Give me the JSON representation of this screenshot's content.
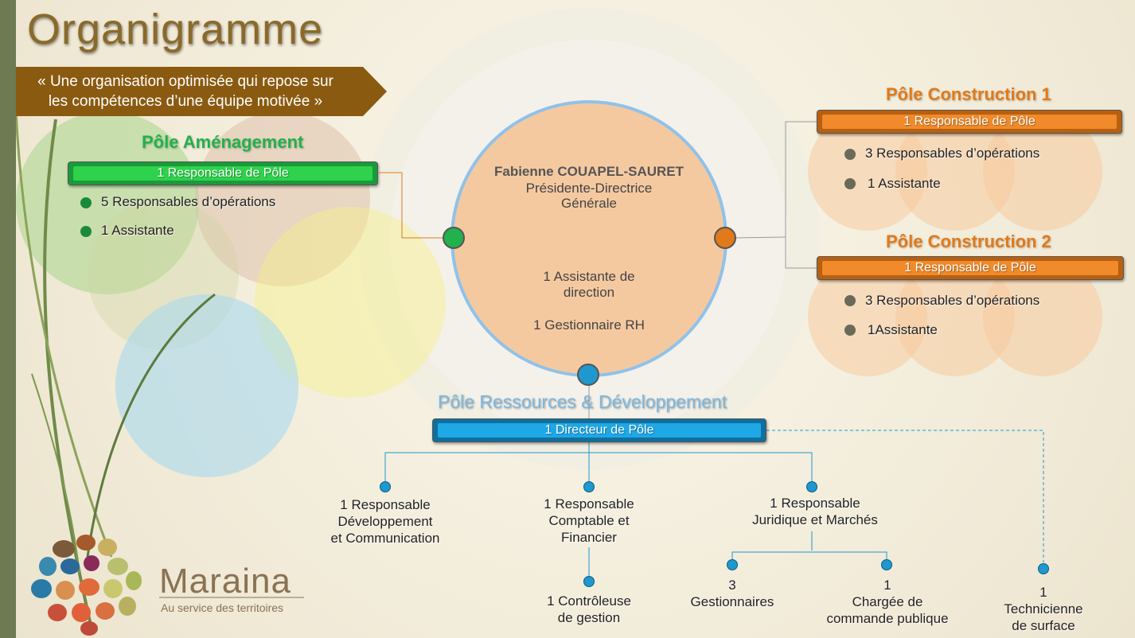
{
  "title": "Organigramme",
  "banner": {
    "line1": "« Une organisation optimisée qui repose sur",
    "line2": "les compétences d’une équipe motivée »"
  },
  "center": {
    "name": "Fabienne COUAPEL-SAURET",
    "role_line1": "Présidente-Directrice",
    "role_line2": "Générale",
    "assistant_line1": "1 Assistante de",
    "assistant_line2": "direction",
    "hr": "1 Gestionnaire RH"
  },
  "pole_amenagement": {
    "title": "Pôle Aménagement",
    "head": "1 Responsable de Pôle",
    "items": [
      "5 Responsables d’opérations",
      "1 Assistante"
    ]
  },
  "pole_construction_1": {
    "title": "Pôle Construction 1",
    "head": "1 Responsable de Pôle",
    "items": [
      "3 Responsables d’opérations",
      "1 Assistante"
    ]
  },
  "pole_construction_2": {
    "title": "Pôle Construction 2",
    "head": "1 Responsable de Pôle",
    "items": [
      "3 Responsables d’opérations",
      "1Assistante"
    ]
  },
  "pole_ressources": {
    "title": "Pôle Ressources & Développement",
    "head": "1 Directeur de Pôle",
    "dev": {
      "l1": "1 Responsable",
      "l2": "Développement",
      "l3": "et Communication"
    },
    "compta": {
      "l1": "1 Responsable",
      "l2": "Comptable et",
      "l3": "Financier"
    },
    "juridique": {
      "l1": "1 Responsable",
      "l2": "Juridique et Marchés"
    },
    "controleuse": {
      "l1": "1 Contrôleuse",
      "l2": "de gestion"
    },
    "gestionnaires": {
      "l1": "3",
      "l2": "Gestionnaires"
    },
    "chargee": {
      "l1": "1",
      "l2": "Chargée de",
      "l3": "commande publique"
    },
    "technicienne": {
      "l1": "1",
      "l2": "Technicienne",
      "l3": "de surface"
    }
  },
  "logo": {
    "name": "Maraina",
    "tagline": "Au service des territoires"
  },
  "colors": {
    "amenagement": "#22b14c",
    "construction": "#e07a1a",
    "ressources": "#1e98cf",
    "center_fill": "#f5c9a0",
    "title": "#8a6a2a"
  }
}
